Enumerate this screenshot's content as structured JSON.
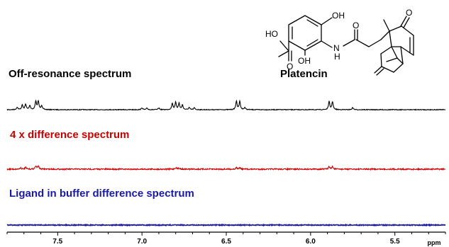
{
  "compound_name": "Platencin",
  "atom_labels": {
    "oh_top": "OH",
    "ho_acid": "HO",
    "o_acid": "O",
    "oh_bottom": "OH",
    "nh": "N",
    "h": "H",
    "o_amide": "O",
    "o_ketone": "O"
  },
  "colors": {
    "black": "#000000",
    "red": "#cc0000",
    "blue": "#1a1aa6"
  },
  "chart_data": {
    "type": "line",
    "xlabel": "ppm",
    "xlim": [
      7.8,
      5.2
    ],
    "x_reversed": true,
    "x_ticks": [
      "7.5",
      "7.0",
      "6.5",
      "6.0",
      "5.5"
    ],
    "series": [
      {
        "name": "Off-resonance spectrum",
        "color": "#000000",
        "peaks": [
          {
            "ppm": 7.74,
            "h": 0.3
          },
          {
            "ppm": 7.71,
            "h": 0.55
          },
          {
            "ppm": 7.69,
            "h": 0.65
          },
          {
            "ppm": 7.665,
            "h": 0.5
          },
          {
            "ppm": 7.63,
            "h": 1.0
          },
          {
            "ppm": 7.615,
            "h": 1.0
          },
          {
            "ppm": 7.595,
            "h": 0.5
          },
          {
            "ppm": 7.0,
            "h": 0.22
          },
          {
            "ppm": 6.97,
            "h": 0.18
          },
          {
            "ppm": 6.9,
            "h": 0.2
          },
          {
            "ppm": 6.82,
            "h": 0.75
          },
          {
            "ppm": 6.8,
            "h": 0.85
          },
          {
            "ppm": 6.78,
            "h": 0.75
          },
          {
            "ppm": 6.76,
            "h": 0.55
          },
          {
            "ppm": 6.72,
            "h": 0.25
          },
          {
            "ppm": 6.69,
            "h": 0.22
          },
          {
            "ppm": 6.44,
            "h": 1.0
          },
          {
            "ppm": 6.42,
            "h": 1.0
          },
          {
            "ppm": 6.39,
            "h": 0.25
          },
          {
            "ppm": 5.89,
            "h": 0.95
          },
          {
            "ppm": 5.87,
            "h": 0.95
          },
          {
            "ppm": 5.75,
            "h": 0.25
          }
        ]
      },
      {
        "name": "4 x difference spectrum",
        "color": "#cc0000",
        "peaks": [
          {
            "ppm": 7.72,
            "h": 0.35
          },
          {
            "ppm": 7.69,
            "h": 0.4
          },
          {
            "ppm": 7.63,
            "h": 0.75
          },
          {
            "ppm": 7.615,
            "h": 0.75
          },
          {
            "ppm": 6.8,
            "h": 0.35
          },
          {
            "ppm": 6.78,
            "h": 0.3
          },
          {
            "ppm": 6.44,
            "h": 0.35
          },
          {
            "ppm": 6.42,
            "h": 0.35
          },
          {
            "ppm": 5.89,
            "h": 0.6
          },
          {
            "ppm": 5.87,
            "h": 0.6
          }
        ]
      },
      {
        "name": "Ligand in buffer difference spectrum",
        "color": "#1a1aa6",
        "peaks": []
      }
    ]
  }
}
